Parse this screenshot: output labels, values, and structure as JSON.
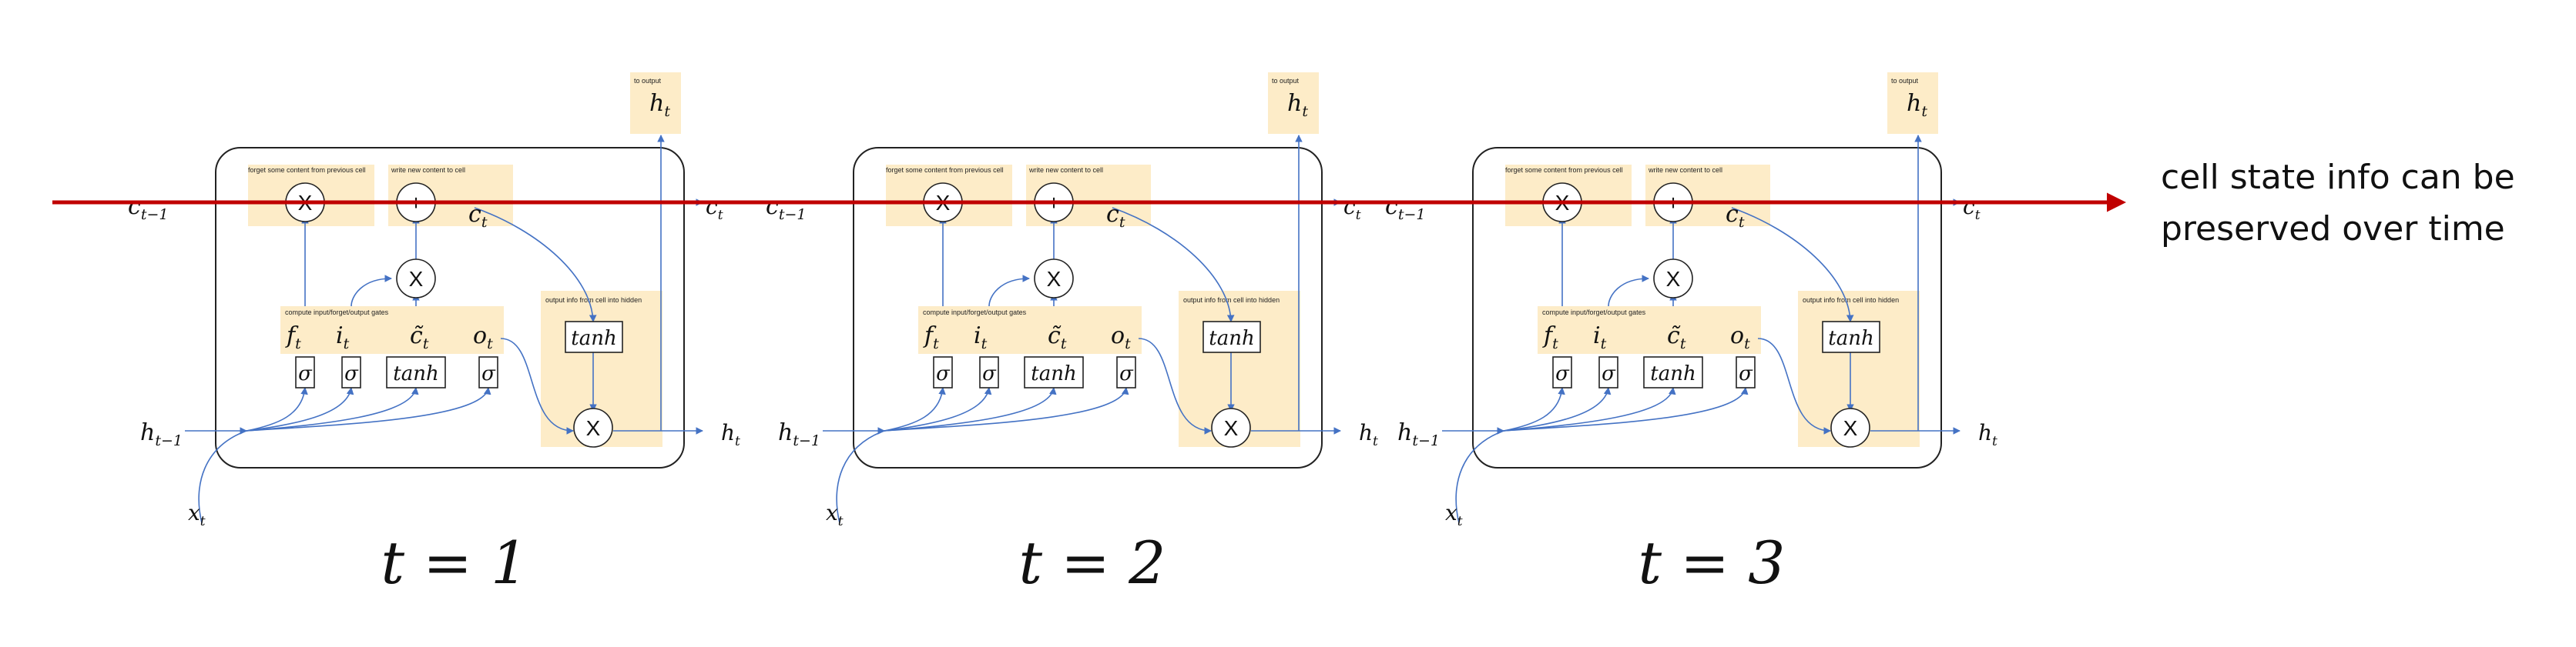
{
  "cells": [
    {
      "time_label": "t = 1",
      "annotations": {
        "forget": "forget some content from previous cell",
        "write": "write new content to cell",
        "gates": "compute input/forget/output gates",
        "output": "output info from cell into hidden",
        "to_output": "to output"
      },
      "symbols": {
        "c_prev": "c",
        "c_prev_sub": "t−1",
        "c_out": "c",
        "c_out_sub": "t",
        "c_cell": "c",
        "c_cell_sub": "t",
        "h_prev": "h",
        "h_prev_sub": "t−1",
        "h_out": "h",
        "h_out_sub": "t",
        "h_top": "h",
        "h_top_sub": "t",
        "x_in": "x",
        "x_in_sub": "t",
        "f_gate": "f",
        "f_gate_sub": "t",
        "i_gate": "i",
        "i_gate_sub": "t",
        "c_tilde": "c̃",
        "c_tilde_sub": "t",
        "o_gate": "o",
        "o_gate_sub": "t",
        "sigma": "σ",
        "tanh": "tanh",
        "mult": "X",
        "add": "+"
      }
    },
    {
      "time_label": "t = 2",
      "annotations": {
        "forget": "forget some content from previous cell",
        "write": "write new content to cell",
        "gates": "compute input/forget/output gates",
        "output": "output info from cell into hidden",
        "to_output": "to output"
      },
      "symbols": {
        "c_prev": "c",
        "c_prev_sub": "t−1",
        "c_out": "c",
        "c_out_sub": "t",
        "c_cell": "c",
        "c_cell_sub": "t",
        "h_prev": "h",
        "h_prev_sub": "t−1",
        "h_out": "h",
        "h_out_sub": "t",
        "h_top": "h",
        "h_top_sub": "t",
        "x_in": "x",
        "x_in_sub": "t",
        "f_gate": "f",
        "f_gate_sub": "t",
        "i_gate": "i",
        "i_gate_sub": "t",
        "c_tilde": "c̃",
        "c_tilde_sub": "t",
        "o_gate": "o",
        "o_gate_sub": "t",
        "sigma": "σ",
        "tanh": "tanh",
        "mult": "X",
        "add": "+"
      }
    },
    {
      "time_label": "t = 3",
      "annotations": {
        "forget": "forget some content from previous cell",
        "write": "write new content to cell",
        "gates": "compute input/forget/output gates",
        "output": "output info from cell into hidden",
        "to_output": "to output"
      },
      "symbols": {
        "c_prev": "c",
        "c_prev_sub": "t−1",
        "c_out": "c",
        "c_out_sub": "t",
        "c_cell": "c",
        "c_cell_sub": "t",
        "h_prev": "h",
        "h_prev_sub": "t−1",
        "h_out": "h",
        "h_out_sub": "t",
        "h_top": "h",
        "h_top_sub": "t",
        "x_in": "x",
        "x_in_sub": "t",
        "f_gate": "f",
        "f_gate_sub": "t",
        "i_gate": "i",
        "i_gate_sub": "t",
        "c_tilde": "c̃",
        "c_tilde_sub": "t",
        "o_gate": "o",
        "o_gate_sub": "t",
        "sigma": "σ",
        "tanh": "tanh",
        "mult": "X",
        "add": "+"
      }
    }
  ],
  "caption": {
    "line1": "cell state info can be",
    "line2": "preserved over time"
  },
  "colors": {
    "highlight": "#fdecc8",
    "flow_arrow": "#4472c4",
    "cell_state_arrow": "#c00000",
    "outline": "#222222"
  }
}
